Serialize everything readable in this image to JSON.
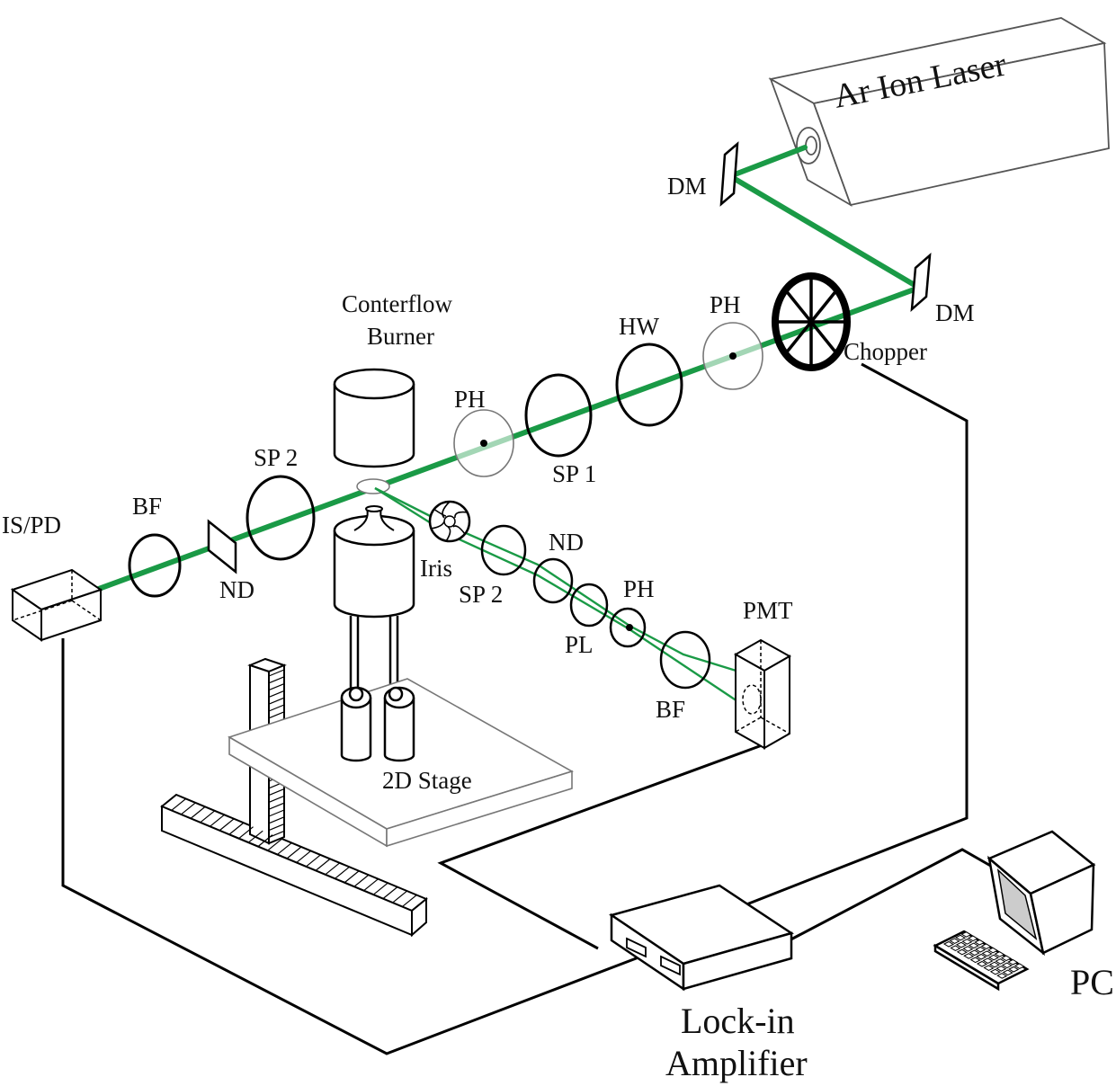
{
  "labels": {
    "laser": "Ar Ion Laser",
    "dm_top": "DM",
    "dm_right": "DM",
    "chopper": "Chopper",
    "ph_top": "PH",
    "hw": "HW",
    "sp1": "SP 1",
    "ph_mid": "PH",
    "burner_line1": "Conterflow",
    "burner_line2": "Burner",
    "sp2_main": "SP 2",
    "nd_main": "ND",
    "bf_main": "BF",
    "ispd": "IS/PD",
    "iris": "Iris",
    "sp2_det": "SP 2",
    "nd_det": "ND",
    "pl": "PL",
    "ph_det": "PH",
    "bf_det": "BF",
    "pmt": "PMT",
    "stage": "2D Stage",
    "lockin_line1": "Lock-in",
    "lockin_line2": "Amplifier",
    "pc": "PC"
  },
  "colors": {
    "beam": "#1a9a46",
    "lines": "#000000",
    "light_outline": "#888888"
  }
}
